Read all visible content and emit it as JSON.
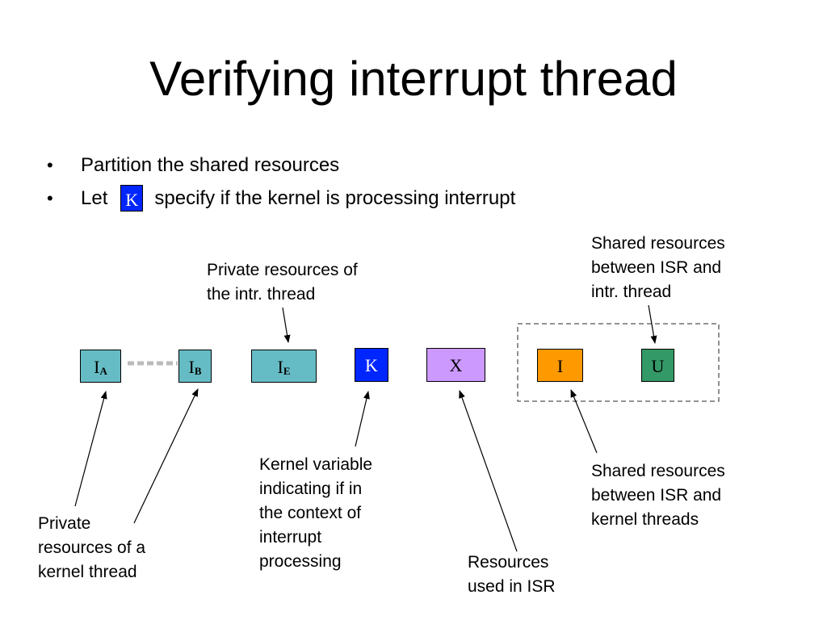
{
  "slide": {
    "title": "Verifying interrupt thread",
    "bullets": [
      {
        "text": "Partition the shared resources"
      },
      {
        "before": "Let",
        "after": "specify if the kernel is processing interrupt"
      }
    ],
    "bullet_glyph": "•",
    "inline_k_label": "K"
  },
  "diagram": {
    "boxes": {
      "ia": {
        "main": "I",
        "sub": "A",
        "fill": "#66bcc4"
      },
      "ib": {
        "main": "I",
        "sub": "B",
        "fill": "#66bcc4"
      },
      "ie": {
        "main": "I",
        "sub": "E",
        "fill": "#66bcc4"
      },
      "k": {
        "main": "K",
        "fill": "#0026ff"
      },
      "x": {
        "main": "X",
        "fill": "#cc99ff"
      },
      "i": {
        "main": "I",
        "fill": "#ff9900"
      },
      "u": {
        "main": "U",
        "fill": "#339966"
      }
    },
    "labels": {
      "private_intr": "Private resources of\nthe intr. thread",
      "shared_isr_intr": "Shared resources\nbetween ISR and\nintr. thread",
      "kernel_variable": "Kernel variable\nindicating if in\nthe context of\ninterrupt\nprocessing",
      "shared_isr_kernel": "Shared resources\nbetween ISR and\nkernel threads",
      "private_kernel": "Private\nresources of a\nkernel thread",
      "resources_isr": "Resources\nused in ISR"
    }
  }
}
